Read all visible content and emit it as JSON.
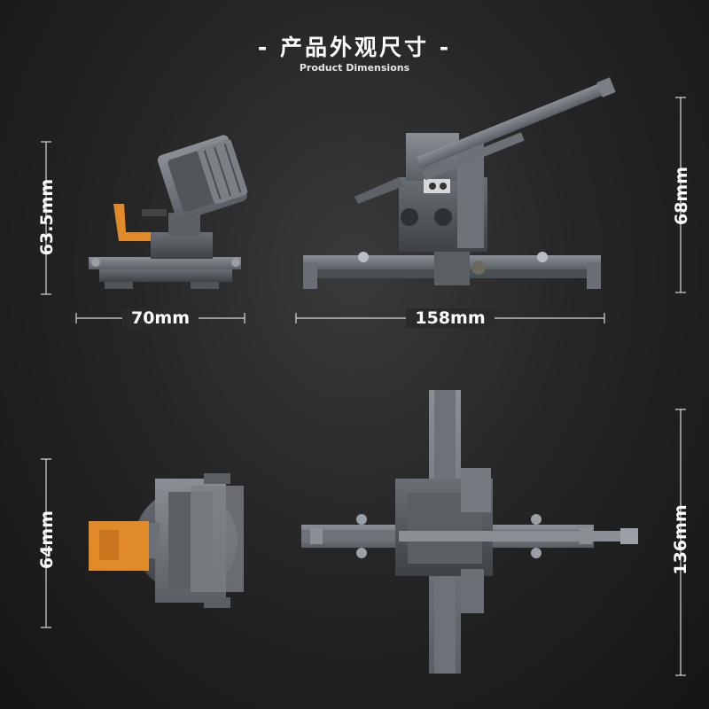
{
  "header": {
    "title_cn": "- 产品外观尺寸 -",
    "title_en": "Product Dimensions"
  },
  "dimensions": {
    "side_height": "63.5mm",
    "side_width": "70mm",
    "front_height": "68mm",
    "front_width": "158mm",
    "top_side_height": "64mm",
    "top_height": "136mm"
  },
  "colors": {
    "brick_gray": "#6f747a",
    "brick_dark": "#4f5459",
    "accent_orange": "#e08a2a",
    "background": "#1e1e1e"
  }
}
